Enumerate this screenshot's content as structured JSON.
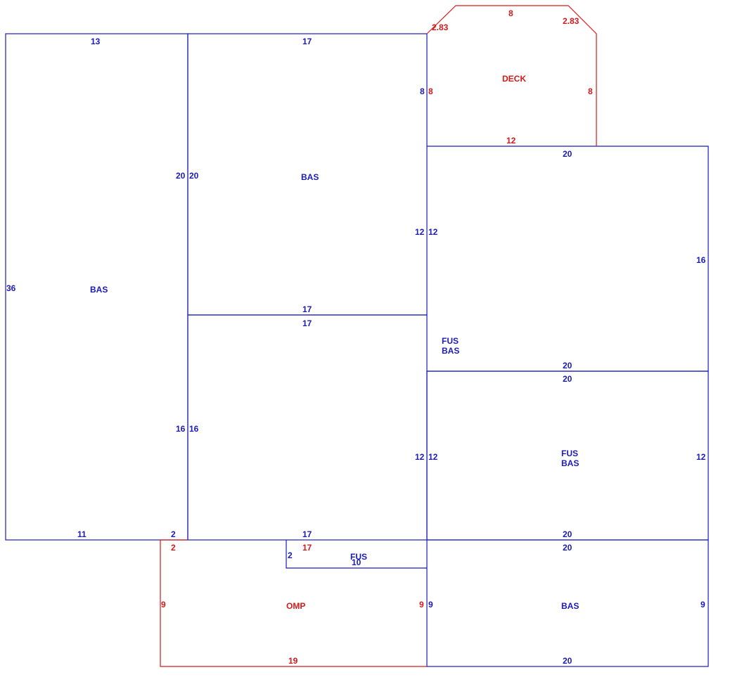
{
  "colors": {
    "blue": "#1a1ab8",
    "red": "#d41a1a",
    "background": "#ffffff"
  },
  "areas": {
    "bas_left": "BAS",
    "bas_upper": "BAS",
    "fus_bas_middle": [
      "FUS",
      "BAS"
    ],
    "fus_bas_right": [
      "FUS",
      "BAS"
    ],
    "bas_bottom": "BAS",
    "fus_small": "FUS",
    "omp": "OMP",
    "deck": "DECK"
  },
  "dimensions": {
    "left_top": "13",
    "left_side": "36",
    "left_bottom": "11",
    "left_bottom_short": "2",
    "upper_top": "17",
    "upper_left_a": "20",
    "upper_left_b": "20",
    "upper_right": "8",
    "upper_right_a": "12",
    "upper_right_b": "12",
    "upper_bottom": "17",
    "middle_top": "17",
    "middle_left_a": "16",
    "middle_left_b": "16",
    "middle_right_a": "12",
    "middle_right_b": "12",
    "middle_bottom": "17",
    "right_upper_top": "20",
    "right_upper_side": "16",
    "right_upper_bottom": "20",
    "right_mid_top": "20",
    "right_mid_side": "12",
    "right_mid_inner": "12",
    "right_mid_bottom": "20",
    "bottom_top": "20",
    "bottom_left": "9",
    "bottom_right": "9",
    "bottom_bottom": "20",
    "fus_side": "2",
    "fus_bottom": "10",
    "omp_top_short": "2",
    "omp_top": "17",
    "omp_left": "9",
    "omp_right": "9",
    "omp_bottom": "19",
    "deck_top": "8",
    "deck_diag_left": "2.83",
    "deck_diag_right": "2.83",
    "deck_left": "8",
    "deck_right": "8",
    "deck_bottom": "12"
  }
}
